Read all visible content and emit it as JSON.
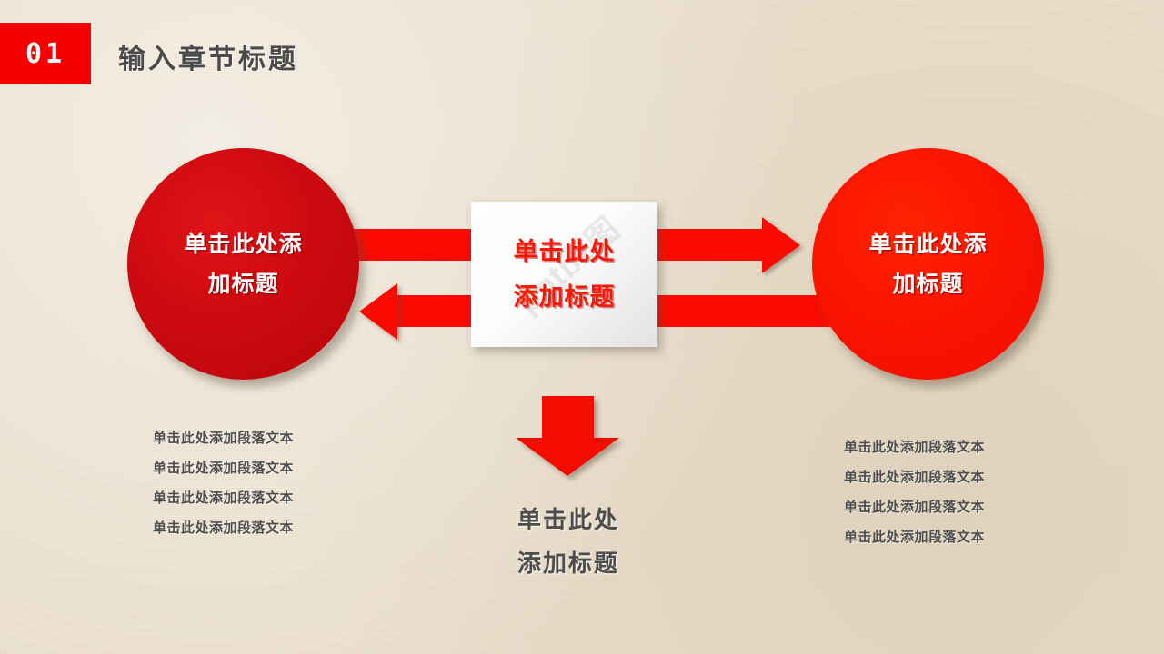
{
  "header": {
    "badge_number": "01",
    "title": "输入章节标题"
  },
  "diagram": {
    "left_circle": {
      "line1": "单击此处添",
      "line2": "加标题",
      "color": "#cd0a10"
    },
    "right_circle": {
      "line1": "单击此处添",
      "line2": "加标题",
      "color": "#fa1400"
    },
    "center_box": {
      "line1": "单击此处",
      "line2": "添加标题",
      "text_color": "#f71808",
      "watermark": "pptbz图"
    },
    "bottom_caption": {
      "line1": "单击此处",
      "line2": "添加标题",
      "color": "#4d4d4d"
    },
    "arrow_color": "#fa0a00"
  },
  "left_paragraphs": [
    "单击此处添加段落文本",
    "单击此处添加段落文本",
    "单击此处添加段落文本",
    "单击此处添加段落文本"
  ],
  "right_paragraphs": [
    "单击此处添加段落文本",
    "单击此处添加段落文本",
    "单击此处添加段落文本",
    "单击此处添加段落文本"
  ],
  "theme": {
    "background": "#ece1cf",
    "accent": "#f90000",
    "text_dark": "#4a4a4a"
  }
}
